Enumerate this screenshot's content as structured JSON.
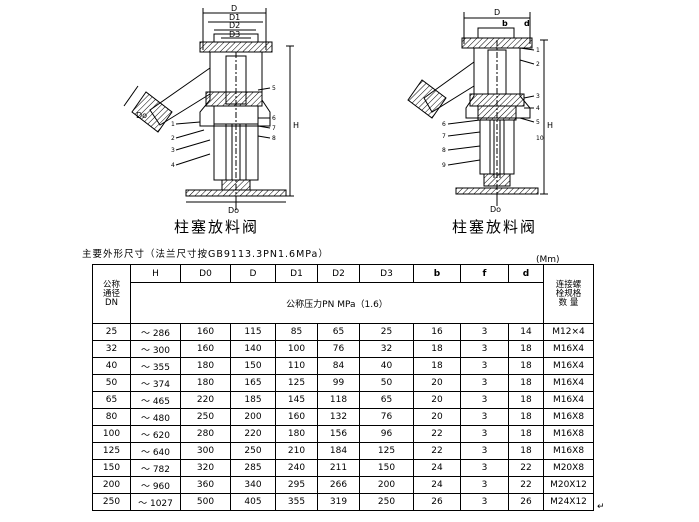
{
  "drawings": {
    "left": {
      "caption": "柱塞放料阀",
      "dims": [
        "D",
        "D1",
        "D2",
        "D3",
        "H",
        "Do",
        "Do"
      ],
      "part_numbers": [
        "1",
        "2",
        "3",
        "4",
        "5",
        "6",
        "7",
        "8"
      ]
    },
    "right": {
      "caption": "柱塞放料阀",
      "dims": [
        "D",
        "b",
        "d",
        "H",
        "Do"
      ],
      "part_numbers": [
        "1",
        "2",
        "3",
        "4",
        "5",
        "6",
        "7",
        "8",
        "9",
        "10"
      ]
    }
  },
  "table": {
    "title": "主要外形尺寸（法兰尺寸按GB9113.3PN1.6MPa）",
    "unit": "(Mm)",
    "dn_header": [
      "公称",
      "通径",
      "DN"
    ],
    "columns": [
      "H",
      "D0",
      "D",
      "D1",
      "D2",
      "D3",
      "b",
      "f",
      "d"
    ],
    "bolt_header": [
      "连接螺",
      "栓规格",
      "数   量"
    ],
    "pressure_label": "公称压力PN  MPa（1.6）",
    "rows": [
      [
        "25",
        "～ 286",
        "160",
        "115",
        "85",
        "65",
        "25",
        "16",
        "3",
        "14",
        "M12×4"
      ],
      [
        "32",
        "～ 300",
        "160",
        "140",
        "100",
        "76",
        "32",
        "18",
        "3",
        "18",
        "M16X4"
      ],
      [
        "40",
        "～ 355",
        "180",
        "150",
        "110",
        "84",
        "40",
        "18",
        "3",
        "18",
        "M16X4"
      ],
      [
        "50",
        "～ 374",
        "180",
        "165",
        "125",
        "99",
        "50",
        "20",
        "3",
        "18",
        "M16X4"
      ],
      [
        "65",
        "～ 465",
        "220",
        "185",
        "145",
        "118",
        "65",
        "20",
        "3",
        "18",
        "M16X4"
      ],
      [
        "80",
        "～ 480",
        "250",
        "200",
        "160",
        "132",
        "76",
        "20",
        "3",
        "18",
        "M16X8"
      ],
      [
        "100",
        "～ 620",
        "280",
        "220",
        "180",
        "156",
        "96",
        "22",
        "3",
        "18",
        "M16X8"
      ],
      [
        "125",
        "～ 640",
        "300",
        "250",
        "210",
        "184",
        "125",
        "22",
        "3",
        "18",
        "M16X8"
      ],
      [
        "150",
        "～ 782",
        "320",
        "285",
        "240",
        "211",
        "150",
        "24",
        "3",
        "22",
        "M20X8"
      ],
      [
        "200",
        "～ 960",
        "360",
        "340",
        "295",
        "266",
        "200",
        "24",
        "3",
        "22",
        "M20X12"
      ],
      [
        "250",
        "～ 1027",
        "500",
        "405",
        "355",
        "319",
        "250",
        "26",
        "3",
        "26",
        "M24X12"
      ]
    ]
  },
  "end_mark": "↵"
}
